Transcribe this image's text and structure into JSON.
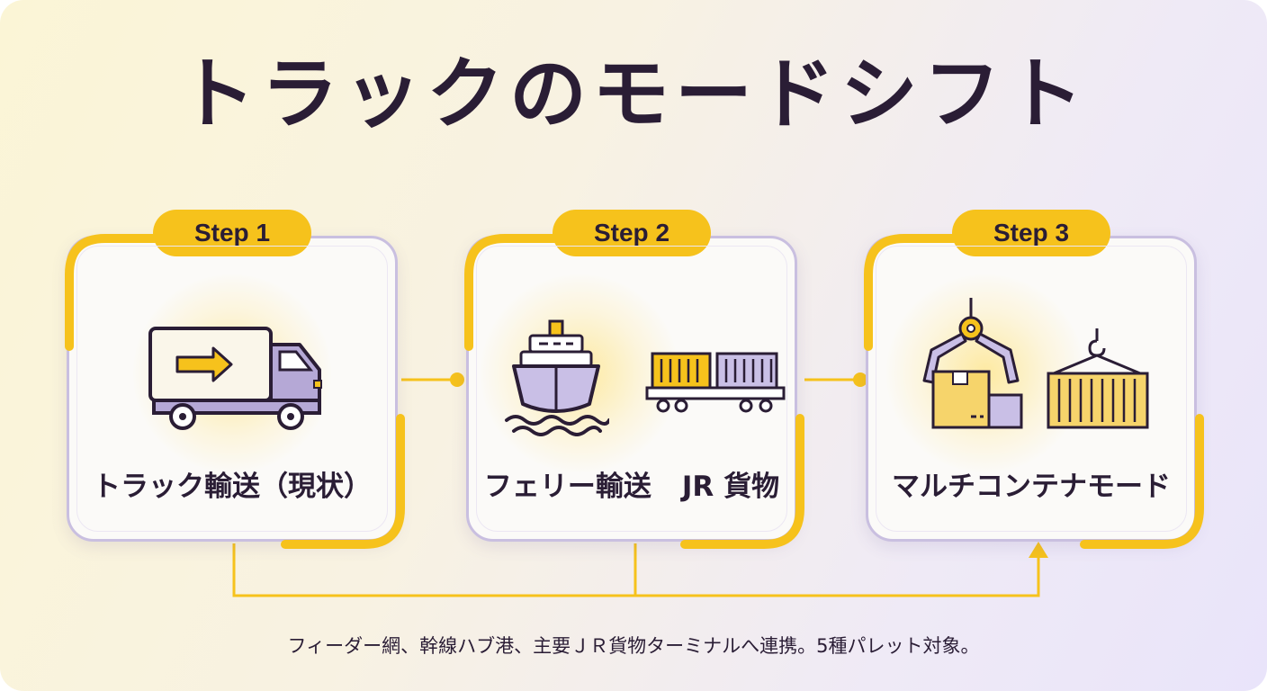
{
  "title": "トラックのモードシフト",
  "steps": [
    {
      "badge": "Step 1",
      "label": "トラック輸送（現状）",
      "icon": "truck-icon"
    },
    {
      "badge": "Step 2",
      "label_a": "フェリー輸送",
      "label_b": "JR 貨物",
      "icons": [
        "ferry-icon",
        "freight-train-icon"
      ]
    },
    {
      "badge": "Step 3",
      "label": "マルチコンテナモード",
      "icons": [
        "crane-crate-icon",
        "container-icon"
      ]
    }
  ],
  "footer": "フィーダー網、幹線ハブ港、主要ＪＲ貨物ターミナルへ連携。5種パレット対象。",
  "colors": {
    "accent": "#f6c21c",
    "lavender": "#b5a8d6",
    "ink": "#2a1d35"
  }
}
